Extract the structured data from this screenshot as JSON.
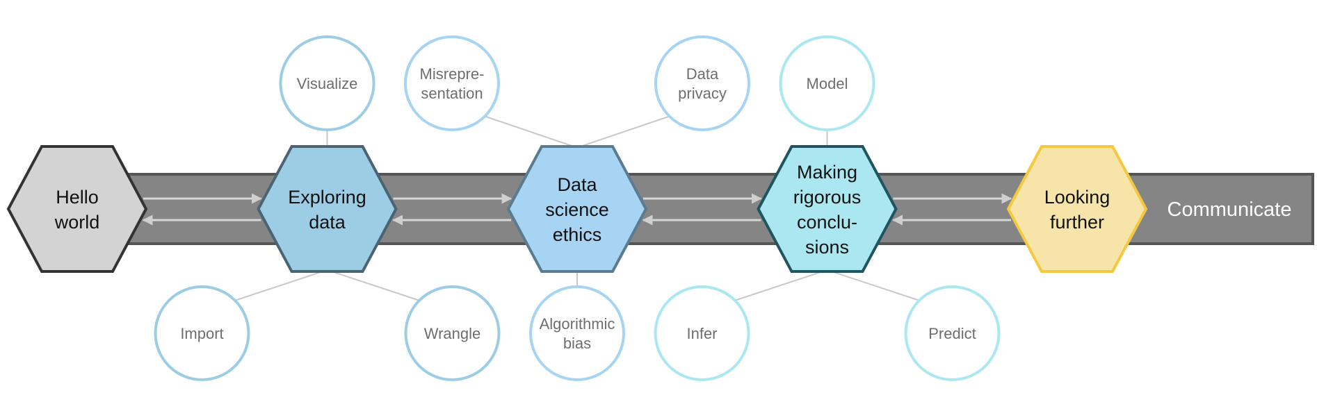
{
  "diagram": {
    "track": {
      "label": "Communicate",
      "fill": "#858585",
      "border": "#555555"
    },
    "stages": [
      {
        "id": "hello-world",
        "lines": [
          "Hello",
          "world"
        ],
        "fill": "#d3d3d3",
        "stroke": "#333333"
      },
      {
        "id": "exploring-data",
        "lines": [
          "Exploring",
          "data"
        ],
        "fill": "#9dcde4",
        "stroke": "#4a6474"
      },
      {
        "id": "data-science-ethics",
        "lines": [
          "Data",
          "science",
          "ethics"
        ],
        "fill": "#a6d4f2",
        "stroke": "#5b7c90"
      },
      {
        "id": "making-rigorous-conclusions",
        "lines": [
          "Making",
          "rigorous",
          "conclu-",
          "sions"
        ],
        "fill": "#abe7f1",
        "stroke": "#1f5560"
      },
      {
        "id": "looking-further",
        "lines": [
          "Looking",
          "further"
        ],
        "fill": "#f6e4a8",
        "stroke": "#f5c842"
      }
    ],
    "topics": [
      {
        "id": "visualize",
        "stage": "exploring-data",
        "position": "top",
        "lines": [
          "Visualize"
        ],
        "stroke": "#9dcde4"
      },
      {
        "id": "import",
        "stage": "exploring-data",
        "position": "bottom-left",
        "lines": [
          "Import"
        ],
        "stroke": "#9dcde4"
      },
      {
        "id": "wrangle",
        "stage": "exploring-data",
        "position": "bottom-right",
        "lines": [
          "Wrangle"
        ],
        "stroke": "#9dcde4"
      },
      {
        "id": "misrepresentation",
        "stage": "data-science-ethics",
        "position": "top-left",
        "lines": [
          "Misrepre-",
          "sentation"
        ],
        "stroke": "#a6d4f2"
      },
      {
        "id": "data-privacy",
        "stage": "data-science-ethics",
        "position": "top-right",
        "lines": [
          "Data",
          "privacy"
        ],
        "stroke": "#a6d4f2"
      },
      {
        "id": "algorithmic-bias",
        "stage": "data-science-ethics",
        "position": "bottom",
        "lines": [
          "Algorithmic",
          "bias"
        ],
        "stroke": "#a6d4f2"
      },
      {
        "id": "model",
        "stage": "making-rigorous-conclusions",
        "position": "top",
        "lines": [
          "Model"
        ],
        "stroke": "#abe7f1"
      },
      {
        "id": "infer",
        "stage": "making-rigorous-conclusions",
        "position": "bottom-left",
        "lines": [
          "Infer"
        ],
        "stroke": "#abe7f1"
      },
      {
        "id": "predict",
        "stage": "making-rigorous-conclusions",
        "position": "bottom-right",
        "lines": [
          "Predict"
        ],
        "stroke": "#abe7f1"
      }
    ],
    "connections": [
      {
        "from": "hello-world",
        "to": "exploring-data",
        "bidirectional": true
      },
      {
        "from": "exploring-data",
        "to": "data-science-ethics",
        "bidirectional": true
      },
      {
        "from": "data-science-ethics",
        "to": "making-rigorous-conclusions",
        "bidirectional": true
      },
      {
        "from": "making-rigorous-conclusions",
        "to": "looking-further",
        "bidirectional": true
      }
    ]
  }
}
